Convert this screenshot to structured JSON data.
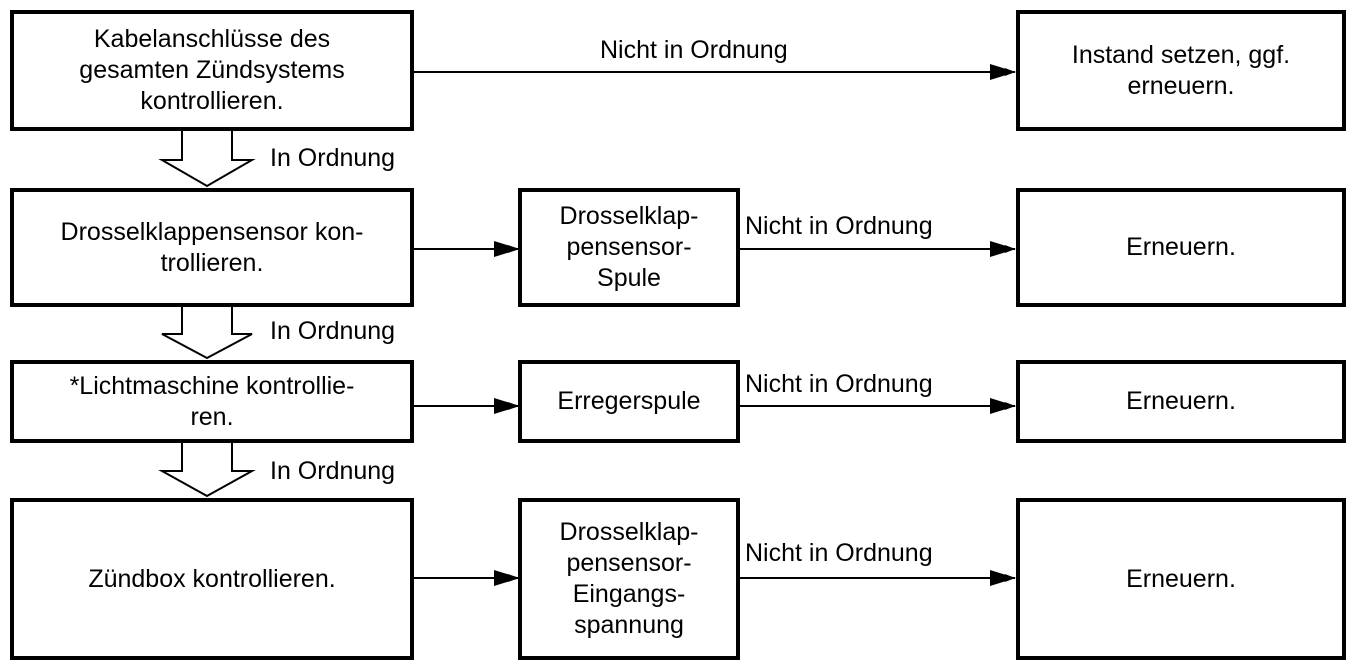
{
  "diagram": {
    "rows": [
      {
        "step": "Kabelanschlüsse des\ngesamten Zündsystems\nkontrollieren.",
        "condition_label": "Nicht in Ordnung",
        "action": "Instand setzen, ggf.\nerneuern.",
        "next_label": "In Ordnung"
      },
      {
        "step": "Drosselklappensensor kon-\ntrollieren.",
        "component": "Drosselklap-\npensensor-\nSpule",
        "condition_label": "Nicht in Ordnung",
        "action": "Erneuern.",
        "next_label": "In Ordnung"
      },
      {
        "step": "*Lichtmaschine kontrollie-\nren.",
        "component": "Erregerspule",
        "condition_label": "Nicht in Ordnung",
        "action": "Erneuern.",
        "next_label": "In Ordnung"
      },
      {
        "step": "Zündbox kontrollieren.",
        "component": "Drosselklap-\npensensor-\nEingangs-\nspannung",
        "condition_label": "Nicht in Ordnung",
        "action": "Erneuern."
      }
    ]
  }
}
